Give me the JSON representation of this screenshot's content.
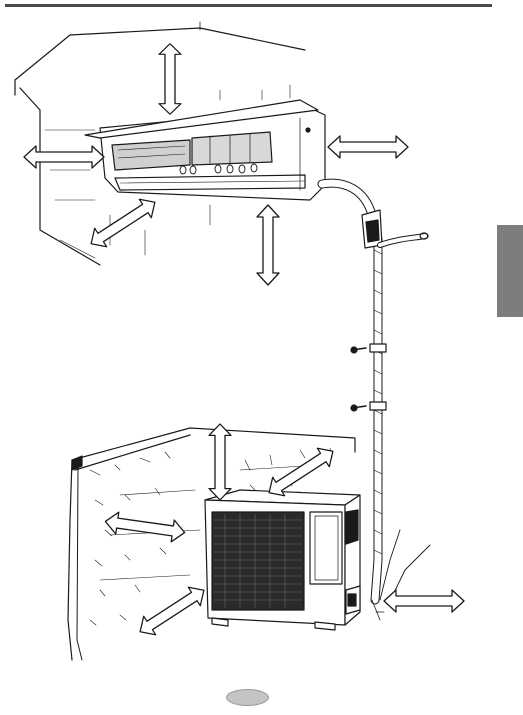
{
  "header": {
    "rule_color": "#4a4a4a"
  },
  "side_tab": {
    "color": "#7d7d7d",
    "label": ""
  },
  "figure": {
    "subject": "split-air-conditioner-installation-clearance",
    "indoor_unit_icon": "wall-mounted-indoor-unit",
    "outdoor_unit_icon": "outdoor-condenser-unit",
    "clearance_arrow_icon": "double-headed-arrow"
  },
  "footer": {
    "page_number": "",
    "oval_color": "#c4c4c4"
  }
}
